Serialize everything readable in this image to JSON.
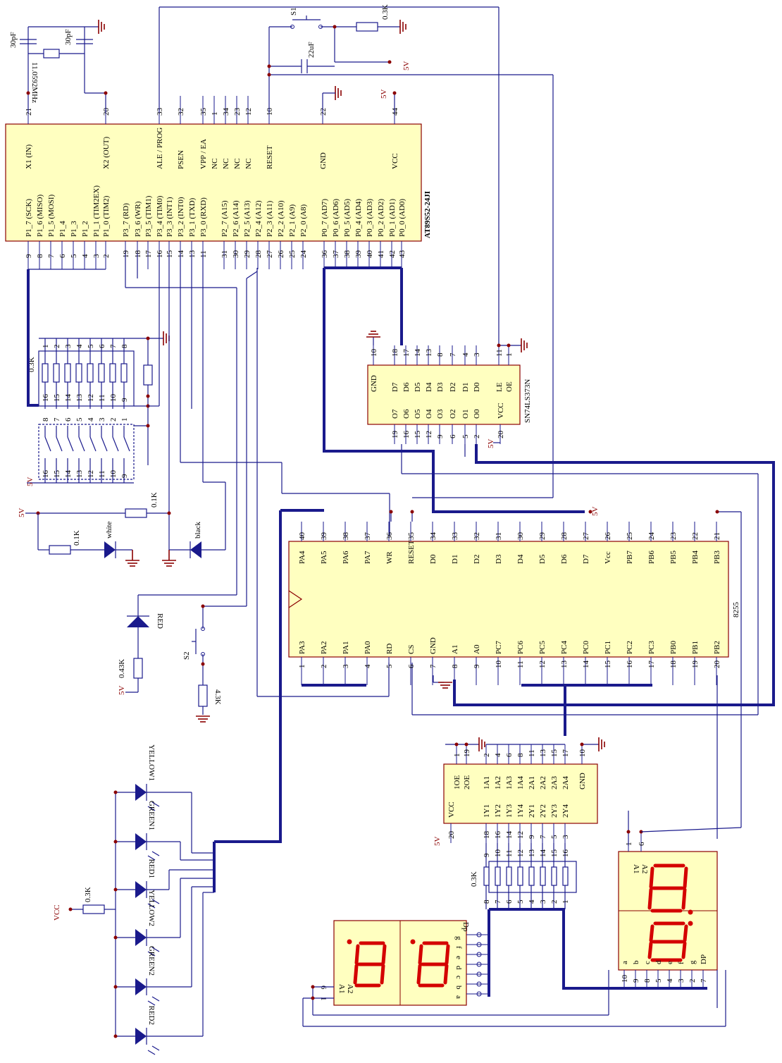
{
  "mcu": {
    "part": "AT89S52-24JI",
    "top_pins": [
      {
        "num": "21",
        "name": "X1 (IN)"
      },
      {
        "num": "20",
        "name": "X2 (OUT)"
      },
      {
        "num": "33",
        "name": "ALE / PROG"
      },
      {
        "num": "32",
        "name": "PSEN"
      },
      {
        "num": "35",
        "name": "VPP / EA"
      },
      {
        "num": "1",
        "name": "NC"
      },
      {
        "num": "34",
        "name": "NC"
      },
      {
        "num": "23",
        "name": "NC"
      },
      {
        "num": "12",
        "name": "NC"
      },
      {
        "num": "10",
        "name": "RESET"
      },
      {
        "num": "22",
        "name": "GND"
      },
      {
        "num": "44",
        "name": "VCC"
      }
    ],
    "bottom_pins": [
      {
        "num": "9",
        "name": "P1_7 (SCK)"
      },
      {
        "num": "8",
        "name": "P1_6 (MISO)"
      },
      {
        "num": "7",
        "name": "P1_5 (MOSI)"
      },
      {
        "num": "6",
        "name": "P1_4"
      },
      {
        "num": "5",
        "name": "P1_3"
      },
      {
        "num": "4",
        "name": "P1_2"
      },
      {
        "num": "3",
        "name": "P1_1 (TIM2EX)"
      },
      {
        "num": "2",
        "name": "P1_0 (TIM2)"
      },
      {
        "num": "19",
        "name": "P3_7 (RD)"
      },
      {
        "num": "18",
        "name": "P3_6 (WR)"
      },
      {
        "num": "17",
        "name": "P3_5 (TIM1)"
      },
      {
        "num": "16",
        "name": "P3_4 (TIM0)"
      },
      {
        "num": "15",
        "name": "P3_3 (INT1)"
      },
      {
        "num": "14",
        "name": "P3_2 (INT0)"
      },
      {
        "num": "13",
        "name": "P3_1 (TXD)"
      },
      {
        "num": "11",
        "name": "P3_0 (RXD)"
      },
      {
        "num": "31",
        "name": "P2_7 (A15)"
      },
      {
        "num": "30",
        "name": "P2_6 (A14)"
      },
      {
        "num": "29",
        "name": "P2_5 (A13)"
      },
      {
        "num": "28",
        "name": "P2_4 (A12)"
      },
      {
        "num": "27",
        "name": "P2_3 (A11)"
      },
      {
        "num": "26",
        "name": "P2_2 (A10)"
      },
      {
        "num": "25",
        "name": "P2_1 (A9)"
      },
      {
        "num": "24",
        "name": "P2_0 (A8)"
      },
      {
        "num": "36",
        "name": "P0_7 (AD7)"
      },
      {
        "num": "37",
        "name": "P0_6 (AD6)"
      },
      {
        "num": "38",
        "name": "P0_5 (AD5)"
      },
      {
        "num": "39",
        "name": "P0_4 (AD4)"
      },
      {
        "num": "40",
        "name": "P0_3 (AD3)"
      },
      {
        "num": "41",
        "name": "P0_2 (AD2)"
      },
      {
        "num": "42",
        "name": "P0_1 (AD1)"
      },
      {
        "num": "43",
        "name": "P0_0 (AD0)"
      }
    ]
  },
  "latch": {
    "part": "SN74LS373N",
    "top_pins": [
      {
        "num": "10",
        "name": "GND"
      },
      {
        "num": "18",
        "name": "D7"
      },
      {
        "num": "17",
        "name": "D6"
      },
      {
        "num": "14",
        "name": "D5"
      },
      {
        "num": "13",
        "name": "D4"
      },
      {
        "num": "8",
        "name": "D3"
      },
      {
        "num": "7",
        "name": "D2"
      },
      {
        "num": "4",
        "name": "D1"
      },
      {
        "num": "3",
        "name": "D0"
      },
      {
        "num": "11",
        "name": "LE"
      },
      {
        "num": "1",
        "name": "OE"
      }
    ],
    "bottom_pins": [
      {
        "num": "19",
        "name": "O7"
      },
      {
        "num": "16",
        "name": "O6"
      },
      {
        "num": "15",
        "name": "O5"
      },
      {
        "num": "12",
        "name": "O4"
      },
      {
        "num": "9",
        "name": "O3"
      },
      {
        "num": "6",
        "name": "O2"
      },
      {
        "num": "5",
        "name": "O1"
      },
      {
        "num": "2",
        "name": "O0"
      },
      {
        "num": "20",
        "name": "VCC"
      }
    ]
  },
  "ppi": {
    "part": "8255",
    "top_pins": [
      {
        "num": "40",
        "name": "PA4"
      },
      {
        "num": "39",
        "name": "PA5"
      },
      {
        "num": "38",
        "name": "PA6"
      },
      {
        "num": "37",
        "name": "PA7"
      },
      {
        "num": "36",
        "name": "WR"
      },
      {
        "num": "35",
        "name": "RESET"
      },
      {
        "num": "34",
        "name": "D0"
      },
      {
        "num": "33",
        "name": "D1"
      },
      {
        "num": "32",
        "name": "D2"
      },
      {
        "num": "31",
        "name": "D3"
      },
      {
        "num": "30",
        "name": "D4"
      },
      {
        "num": "29",
        "name": "D5"
      },
      {
        "num": "28",
        "name": "D6"
      },
      {
        "num": "27",
        "name": "D7"
      },
      {
        "num": "26",
        "name": "Vcc"
      },
      {
        "num": "25",
        "name": "PB7"
      },
      {
        "num": "24",
        "name": "PB6"
      },
      {
        "num": "23",
        "name": "PB5"
      },
      {
        "num": "22",
        "name": "PB4"
      },
      {
        "num": "21",
        "name": "PB3"
      }
    ],
    "bottom_pins": [
      {
        "num": "1",
        "name": "PA3"
      },
      {
        "num": "2",
        "name": "PA2"
      },
      {
        "num": "3",
        "name": "PA1"
      },
      {
        "num": "4",
        "name": "PA0"
      },
      {
        "num": "5",
        "name": "RD"
      },
      {
        "num": "6",
        "name": "CS"
      },
      {
        "num": "7",
        "name": "GND"
      },
      {
        "num": "8",
        "name": "A1"
      },
      {
        "num": "9",
        "name": "A0"
      },
      {
        "num": "10",
        "name": "PC7"
      },
      {
        "num": "11",
        "name": "PC6"
      },
      {
        "num": "12",
        "name": "PC5"
      },
      {
        "num": "13",
        "name": "PC4"
      },
      {
        "num": "14",
        "name": "PC0"
      },
      {
        "num": "15",
        "name": "PC1"
      },
      {
        "num": "16",
        "name": "PC2"
      },
      {
        "num": "17",
        "name": "PC3"
      },
      {
        "num": "18",
        "name": "PB0"
      },
      {
        "num": "19",
        "name": "PB1"
      },
      {
        "num": "20",
        "name": "PB2"
      }
    ]
  },
  "buffer": {
    "top_pins": [
      {
        "num": "1",
        "name": "1OE"
      },
      {
        "num": "19",
        "name": "2OE"
      },
      {
        "num": "2",
        "name": "1A1"
      },
      {
        "num": "4",
        "name": "1A2"
      },
      {
        "num": "6",
        "name": "1A3"
      },
      {
        "num": "8",
        "name": "1A4"
      },
      {
        "num": "11",
        "name": "2A1"
      },
      {
        "num": "13",
        "name": "2A2"
      },
      {
        "num": "15",
        "name": "2A3"
      },
      {
        "num": "17",
        "name": "2A4"
      },
      {
        "num": "10",
        "name": "GND"
      }
    ],
    "bottom_pins": [
      {
        "num": "20",
        "name": "VCC"
      },
      {
        "num": "18",
        "name": "1Y1"
      },
      {
        "num": "16",
        "name": "1Y2"
      },
      {
        "num": "14",
        "name": "1Y3"
      },
      {
        "num": "12",
        "name": "1Y4"
      },
      {
        "num": "9",
        "name": "2Y1"
      },
      {
        "num": "7",
        "name": "2Y2"
      },
      {
        "num": "5",
        "name": "2Y3"
      },
      {
        "num": "3",
        "name": "2Y4"
      }
    ]
  },
  "labels": {
    "cap1": "30pF",
    "cap2": "30pF",
    "crystal": "11.0592MHz",
    "switch_s1": "S1",
    "res_03k_top": "0.3K",
    "cap_22uf": "22uF",
    "v5": "5V",
    "res_03k_dip": "0.3K",
    "res_01k_a": "0.1K",
    "res_01k_b": "0.1K",
    "led_white": "white",
    "led_black": "black",
    "led_red": "RED",
    "res_043k": "0.43K",
    "switch_s2": "S2",
    "res_43k": "4.3K",
    "vcc": "VCC",
    "res_03k_leds": "0.3K",
    "res_03k_seg": "0.3K",
    "led_y1": "YELLOW1",
    "led_g1": "GREEN1",
    "led_r1": "RED1",
    "led_y2": "YELLOW2",
    "led_g2": "GREEN2",
    "led_r2": "RED2",
    "disp_a1": "A1",
    "disp_a2": "A2",
    "disp_dp": "DP",
    "disp_dp2": "Dp"
  },
  "dip_numbers": {
    "top": [
      "1",
      "2",
      "3",
      "4",
      "5",
      "6",
      "7",
      "8"
    ],
    "upper": [
      "16",
      "15",
      "14",
      "13",
      "12",
      "11",
      "10",
      "9"
    ],
    "lower": [
      "8",
      "7",
      "6",
      "5",
      "4",
      "3",
      "2",
      "1"
    ],
    "bottom": [
      "16",
      "15",
      "14",
      "13",
      "12",
      "11",
      "10",
      "9"
    ]
  },
  "seg_numbers": {
    "right_bottom": [
      "10",
      "9",
      "8",
      "5",
      "4",
      "3",
      "2",
      "7"
    ],
    "right_letters": [
      "a",
      "b",
      "c",
      "d",
      "e",
      "f",
      "g",
      "DP"
    ],
    "right_top": [
      "1",
      "6"
    ],
    "left_side": [
      "6",
      "1"
    ],
    "left_letters": [
      "a",
      "b",
      "c",
      "d",
      "e",
      "f",
      "g"
    ],
    "res_top": [
      "9",
      "10",
      "11",
      "12",
      "13",
      "14",
      "15",
      "16"
    ],
    "res_bottom": [
      "8",
      "7",
      "6",
      "5",
      "4",
      "3",
      "2",
      "1"
    ]
  },
  "colors": {
    "chip_fill": "#ffffc0",
    "chip_border": "#8b0000",
    "wire": "#1a1a8c",
    "power": "#8b0000",
    "segment": "#d40000"
  }
}
